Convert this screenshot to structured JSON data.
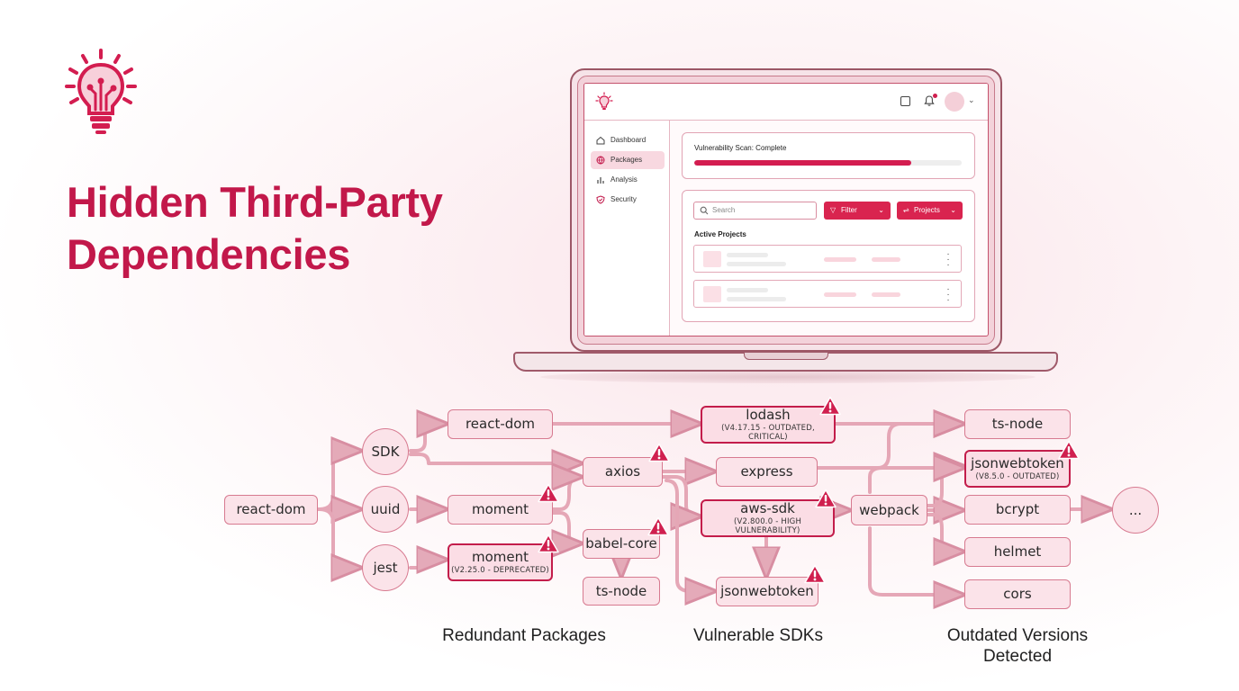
{
  "title_lines": [
    "Hidden Third-Party",
    "Dependencies"
  ],
  "logo_icon": "lightbulb-circuit-icon",
  "accent_color": "#c2184a",
  "laptop_app": {
    "nav": [
      {
        "label": "Dashboard",
        "icon": "home-icon",
        "active": false
      },
      {
        "label": "Packages",
        "icon": "globe-icon",
        "active": true
      },
      {
        "label": "Analysis",
        "icon": "bar-chart-icon",
        "active": false
      },
      {
        "label": "Security",
        "icon": "shield-icon",
        "active": false
      }
    ],
    "scan": {
      "title": "Vulnerability Scan: Complete",
      "progress": 0.81
    },
    "search_placeholder": "Search",
    "filter_label": "Filter",
    "projects_label": "Projects",
    "active_projects_label": "Active Projects"
  },
  "graph": {
    "nodes": {
      "root": {
        "label": "react-dom"
      },
      "sdk": {
        "label": "SDK"
      },
      "uuid": {
        "label": "uuid"
      },
      "jest": {
        "label": "jest"
      },
      "react_dom2": {
        "label": "react-dom"
      },
      "moment1": {
        "label": "moment"
      },
      "moment2": {
        "label": "moment",
        "sub": "(V2.25.0 - DEPRECATED)"
      },
      "axios": {
        "label": "axios"
      },
      "babel": {
        "label": "babel-core"
      },
      "tsnode_mid": {
        "label": "ts-node"
      },
      "lodash": {
        "label": "lodash",
        "sub": "(V4.17.15 - OUTDATED, CRITICAL)"
      },
      "express": {
        "label": "express"
      },
      "awssdk": {
        "label": "aws-sdk",
        "sub": "(V2.800.0 - HIGH VULNERABILITY)"
      },
      "jwt_mid": {
        "label": "jsonwebtoken"
      },
      "webpack": {
        "label": "webpack"
      },
      "tsnode_right": {
        "label": "ts-node"
      },
      "jwt_right": {
        "label": "jsonwebtoken",
        "sub": "(V8.5.0 - OUTDATED)"
      },
      "bcrypt": {
        "label": "bcrypt"
      },
      "helmet": {
        "label": "helmet"
      },
      "cors": {
        "label": "cors"
      },
      "more": {
        "label": "..."
      }
    },
    "warning_icon": "warning-triangle-icon",
    "captions": {
      "redundant": "Redundant Packages",
      "vulnerable": "Vulnerable SDKs",
      "outdated": "Outdated Versions Detected"
    }
  }
}
